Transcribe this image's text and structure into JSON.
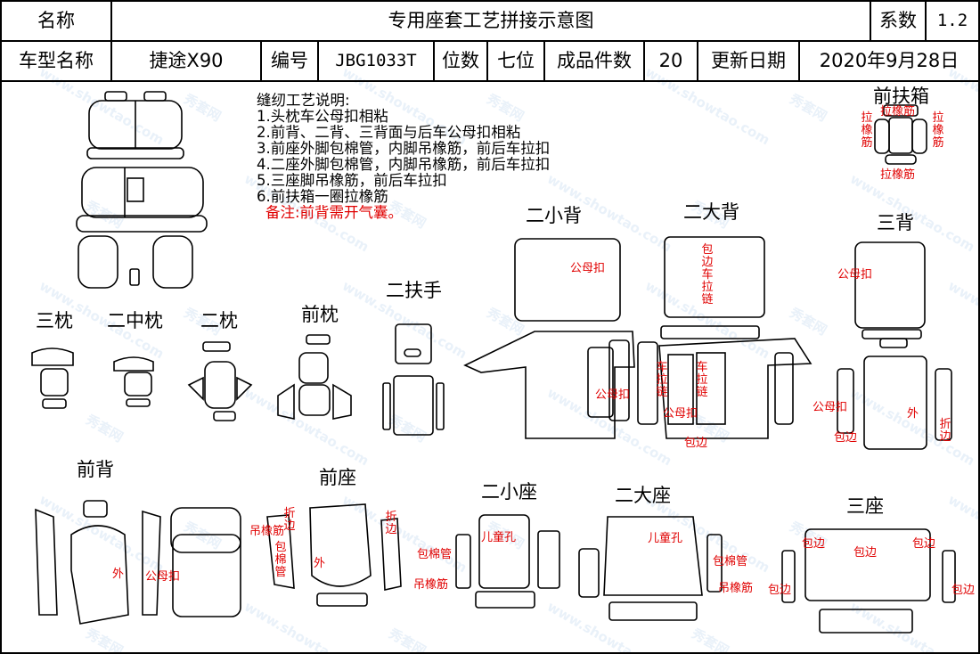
{
  "header": {
    "name_label": "名称",
    "title": "专用座套工艺拼接示意图",
    "coef_label": "系数",
    "coef_value": "1.2"
  },
  "info": {
    "model_label": "车型名称",
    "model_value": "捷途X90",
    "code_label": "编号",
    "code_value": "JBG1033T",
    "seats_label": "位数",
    "seats_value": "七位",
    "pieces_label": "成品件数",
    "pieces_value": "20",
    "date_label": "更新日期",
    "date_value": "2020年9月28日"
  },
  "notes": {
    "heading": "缝纫工艺说明:",
    "items": [
      "1.头枕车公母扣相粘",
      "2.前背、二背、三背面与后车公母扣相粘",
      "3.前座外脚包棉管，内脚吊橡筋，前后车拉扣",
      "4.二座外脚包棉管，内脚吊橡筋，前后车拉扣",
      "5.三座脚吊橡筋，前后车拉扣",
      "6.前扶箱一圈拉橡筋"
    ],
    "remark": "备注:前背需开气囊。"
  },
  "sections": {
    "front_armrest": "前扶箱",
    "second_small_back": "二小背",
    "second_large_back": "二大背",
    "third_back": "三背",
    "third_headrest": "三枕",
    "second_mid_headrest": "二中枕",
    "second_headrest": "二枕",
    "front_headrest": "前枕",
    "second_armrest": "二扶手",
    "front_back": "前背",
    "front_seat": "前座",
    "second_small_seat": "二小座",
    "second_large_seat": "二大座",
    "third_seat": "三座"
  },
  "annotations": {
    "pull_elastic": "拉橡筋",
    "snap": "公母扣",
    "edge_sew_zip": "包边车拉链",
    "zip": "车拉链",
    "edge": "包边",
    "outer": "外",
    "fold": "折边",
    "hang_elastic": "吊橡筋",
    "wrap_pipe": "包棉管",
    "child_hole": "儿童孔"
  },
  "watermarks": [
    "www.showtao.com",
    "秀套网"
  ],
  "colors": {
    "line": "#000000",
    "annotation_red": "#e00000",
    "watermark": "#9cc3e6"
  }
}
